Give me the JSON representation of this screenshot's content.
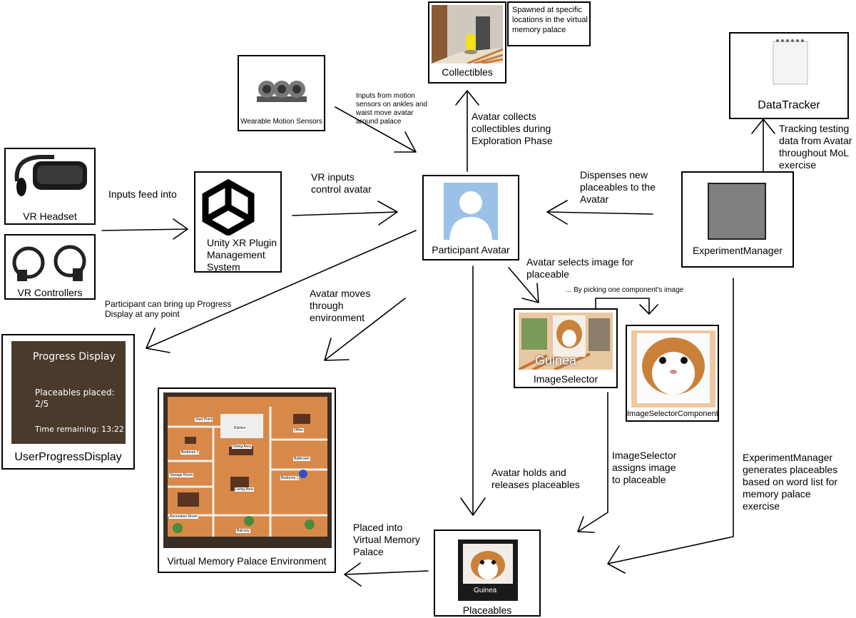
{
  "nodes": {
    "collectibles": {
      "title": "Collectibles",
      "desc": "Spawned at specific locations in the virtual memory palace"
    },
    "wearable": {
      "title": "Wearable Motion Sensors"
    },
    "datatracker": {
      "title": "DataTracker"
    },
    "vr_headset": {
      "title": "VR Headset"
    },
    "vr_controllers": {
      "title": "VR Controllers"
    },
    "unity": {
      "title": "Unity XR Plugin Management System"
    },
    "avatar": {
      "title": "Participant Avatar"
    },
    "experiment": {
      "title": "ExperimentManager"
    },
    "imageselector": {
      "title": "ImageSelector",
      "overlay": "Guinea"
    },
    "imageselectorcomponent": {
      "title": "ImageSelectorComponent"
    },
    "progress": {
      "title": "UserProgressDisplay",
      "screen_title": "Progress Display",
      "placed_label": "Placeables placed:",
      "placed_value": "2/5",
      "time_label": "Time remaining: 13:22"
    },
    "palace": {
      "title": "Virtual Memory Palace Environment",
      "rooms": [
        "Start Point",
        "Kitchen",
        "Office",
        "Bedroom 2",
        "Dining Area",
        "Bathroom",
        "Storage Room",
        "Living Area",
        "Bedroom 1",
        "Recreation Room",
        "Balcony"
      ]
    },
    "placeables": {
      "title": "Placeables",
      "card_label": "Guinea"
    }
  },
  "edges": {
    "inputs_feed": "Inputs feed into",
    "vr_inputs": "VR inputs control avatar",
    "motion_inputs": "Inputs from motion sensors on ankles and waist move avatar around palace",
    "collects": "Avatar collects collectibles during Exploration Phase",
    "tracking": "Tracking testing data from Avatar throughout MoL exercise",
    "dispenses": "Dispenses new placeables to the Avatar",
    "progress_any": "Participant can bring up Progress Display at any point",
    "moves": "Avatar moves through environment",
    "selects": "Avatar selects image for placeable",
    "picking": "... By picking one component's image",
    "holds": "Avatar holds and releases placeables",
    "assigns": "ImageSelector assigns image to placeable",
    "generates": "ExperimentManager generates placeables based on word list for memory palace exercise",
    "placed_into": "Placed into Virtual Memory Palace"
  },
  "colors": {
    "avatar_bg": "#9bc2e6",
    "manager_fill": "#808080",
    "progress_bg": "#4a3a2c",
    "floor": "#d8894a"
  }
}
